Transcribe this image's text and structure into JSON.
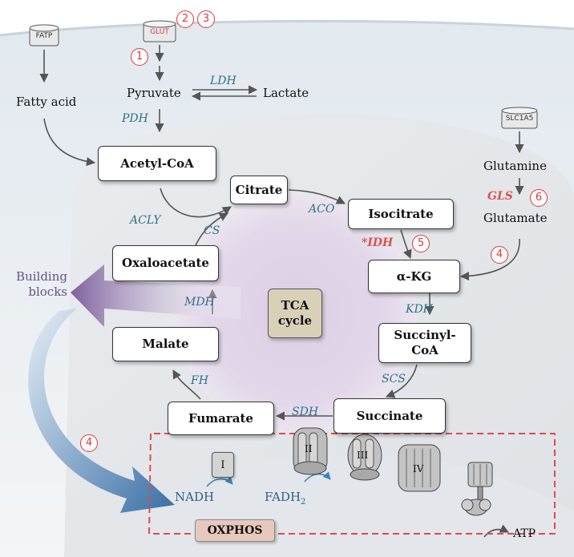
{
  "metabolites": {
    "fatty_acid": "Fatty acid",
    "pyruvate": "Pyruvate",
    "lactate": "Lactate",
    "glutamine": "Glutamine",
    "glutamate": "Glutamate",
    "nadh": "NADH",
    "fadh2": "FADH",
    "fadh2_sub": "2",
    "atp": "ATP",
    "building_blocks_1": "Building",
    "building_blocks_2": "blocks"
  },
  "boxes": {
    "acetyl_coa": "Acetyl-CoA",
    "citrate": "Citrate",
    "isocitrate": "Isocitrate",
    "akg": "α-KG",
    "succinyl_coa_1": "Succinyl-",
    "succinyl_coa_2": "CoA",
    "succinate": "Succinate",
    "fumarate": "Fumarate",
    "malate": "Malate",
    "oxaloacetate": "Oxaloacetate",
    "tca_1": "TCA",
    "tca_2": "cycle",
    "oxphos": "OXPHOS"
  },
  "enzymes": {
    "ldh": "LDH",
    "pdh": "PDH",
    "acly": "ACLY",
    "cs": "CS",
    "aco": "ACO",
    "idh": "*IDH",
    "gls": "GLS",
    "kdh": "KDH",
    "scs": "SCS",
    "sdh": "SDH",
    "fh": "FH",
    "mdh": "MDH"
  },
  "transporters": {
    "fatp": "FATP",
    "glut": "GLUT",
    "slc1a5": "SLC1A5"
  },
  "complexes": {
    "c1": "I",
    "c2": "II",
    "c3": "III",
    "c4": "IV"
  },
  "markers": {
    "m1": "1",
    "m2": "2",
    "m3": "3",
    "m4a": "4",
    "m4b": "4",
    "m5": "5",
    "m6": "6"
  },
  "colors": {
    "enzyme": "#2f6f8a",
    "highlight": "#d9534f",
    "building_blocks_arrow": "#8a6fa8",
    "nadh_arrow": "#3f76a8",
    "oxphos_border": "#e04a4a",
    "tca_fill": "#d9d0b8"
  }
}
